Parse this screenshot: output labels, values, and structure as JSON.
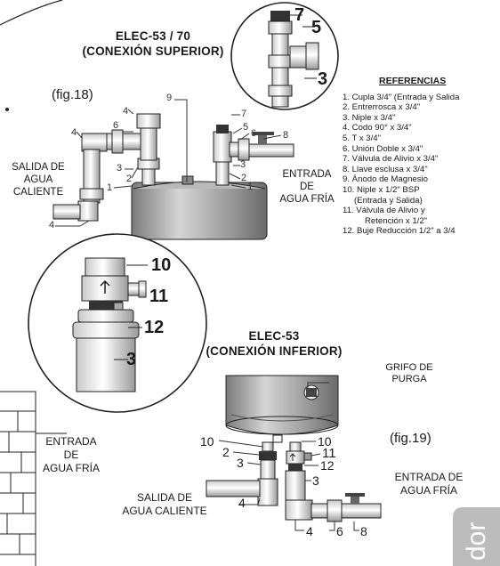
{
  "top_title": [
    "ELEC-53 / 70",
    "(CONEXIÓN SUPERIOR)"
  ],
  "bottom_title": [
    "ELEC-53",
    "(CONEXIÓN INFERIOR)"
  ],
  "fig18": "(fig.18)",
  "fig19": "(fig.19)",
  "labels": {
    "salida_top": [
      "SALIDA DE",
      "AGUA",
      "CALIENTE"
    ],
    "entrada_top": [
      "ENTRADA",
      "DE",
      "AGUA FRÍA"
    ],
    "entrada_left": [
      "ENTRADA",
      "DE",
      "AGUA FRÍA"
    ],
    "grifo": [
      "GRIFO DE",
      "PURGA"
    ],
    "salida_bottom": [
      "SALIDA DE",
      "AGUA CALIENTE"
    ],
    "entrada_bottom": [
      "ENTRADA DE",
      "AGUA FRÍA"
    ]
  },
  "references": {
    "heading": "REFERENCIAS",
    "items": [
      "1. Cupla 3/4\" (Entrada y Salida",
      "2. Entrerrosca x 3/4\"",
      "3. Niple x 3/4\"",
      "4. Codo 90° x 3/4\"",
      "5. T x 3/4\"",
      "6. Unión Doble x 3/4\"",
      "7. Válvula de Alivio x 3/4\"",
      "8. Llave esclusa x 3/4\"",
      "9. Ánodo de Magnesio",
      "10. Niple x 1/2\" BSP",
      "(Entrada y Salida)",
      "11. Válvula de Alivio y",
      "Retención x 1/2\"",
      "12.  Buje Reducción 1/2\" a 3/4"
    ]
  },
  "callouts_top_circle": [
    "7",
    "5",
    "3"
  ],
  "callouts_mid_circle": [
    "10",
    "11",
    "12",
    "3"
  ],
  "callouts_fig18": [
    "9",
    "4",
    "6",
    "4",
    "2",
    "3",
    "1",
    "4",
    "7",
    "5",
    "6",
    "8",
    "3",
    "2",
    "1"
  ],
  "callouts_fig19": [
    "10",
    "2",
    "3",
    "4",
    "10",
    "11",
    "12",
    "3",
    "4",
    "6",
    "8"
  ],
  "side_tab": "dor"
}
